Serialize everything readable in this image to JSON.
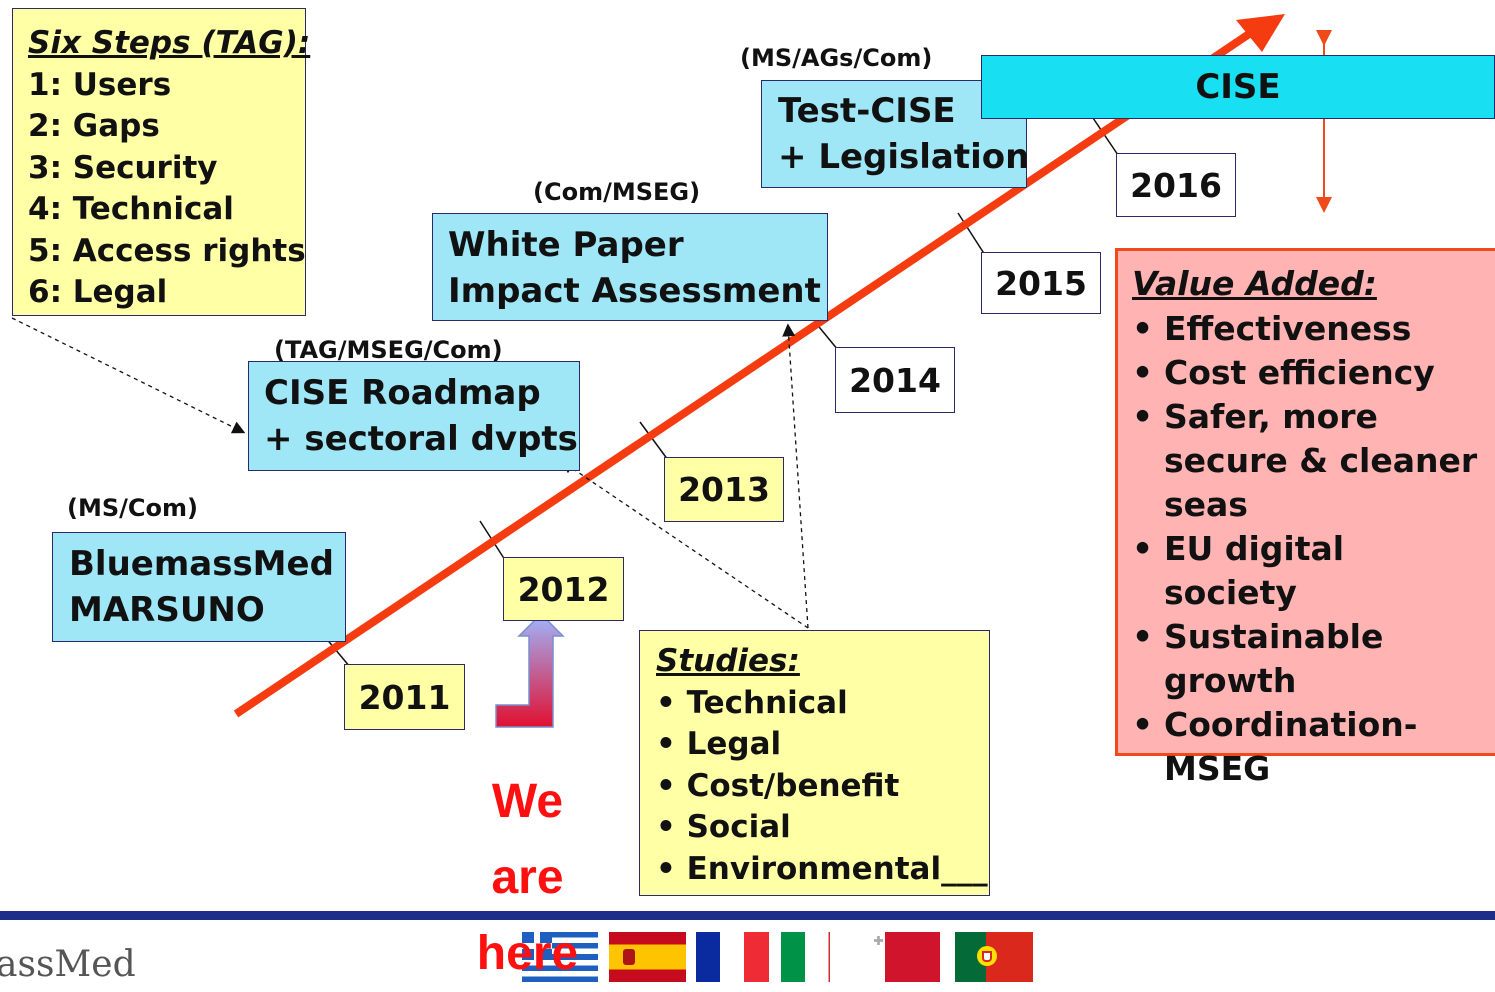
{
  "six_steps": {
    "title": "Six Steps (TAG):",
    "items": [
      "1: Users",
      "2: Gaps",
      "3: Security",
      "4: Technical",
      "5: Access rights",
      "6: Legal"
    ]
  },
  "milestones": {
    "bluemassmed": {
      "actors": "(MS/Com)",
      "line1": "BluemassMed",
      "line2": "MARSUNO"
    },
    "roadmap": {
      "actors": "(TAG/MSEG/Com)",
      "line1": "CISE Roadmap",
      "line2": "+ sectoral dvpts"
    },
    "white_paper": {
      "actors": "(Com/MSEG)",
      "line1": "White Paper",
      "line2": "Impact Assessment"
    },
    "test_cise": {
      "actors": "(MS/AGs/Com)",
      "line1": "Test-CISE",
      "line2": "+ Legislation"
    },
    "cise": {
      "label": "CISE"
    }
  },
  "years": [
    "2011",
    "2012",
    "2013",
    "2014",
    "2015",
    "2016"
  ],
  "studies": {
    "title": "Studies:",
    "items": [
      "Technical",
      "Legal",
      "Cost/benefit",
      "Social",
      "Environmental___"
    ]
  },
  "value_added": {
    "title": "Value Added:",
    "items": [
      "Effectiveness",
      "Cost efficiency",
      "Safer, more secure & cleaner seas",
      "EU digital society",
      "Sustainable growth",
      "Coordination-MSEG"
    ]
  },
  "we_are_here": [
    "We",
    "are",
    "here"
  ],
  "footer": {
    "logo_text": "assMed"
  },
  "colors": {
    "timeline": "#f53b10",
    "footer_rule": "#1c2d8a",
    "we_are_here": "#ff1010"
  },
  "icons": [
    "arrow-up-icon",
    "flag-greece",
    "flag-spain",
    "flag-france",
    "flag-italy",
    "flag-malta",
    "flag-portugal"
  ]
}
